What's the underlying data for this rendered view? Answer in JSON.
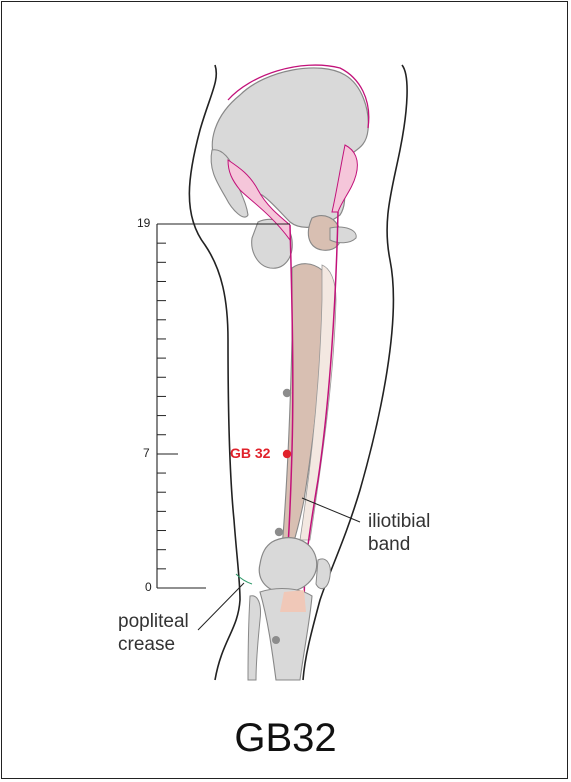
{
  "title": "GB32",
  "point": {
    "label": "GB 32",
    "color": "#e0222b"
  },
  "scale": {
    "ticks": [
      "19",
      "7",
      "0"
    ]
  },
  "annotations": {
    "iliotibial": [
      "iliotibial",
      "band"
    ],
    "popliteal": [
      "popliteal",
      "crease"
    ]
  },
  "colors": {
    "outline": "#222222",
    "bone": "#d9d9d9",
    "bone_stroke": "#888888",
    "muscle": "#d0b8ad",
    "band": "#c2127a",
    "pink_fill": "#f5c6da",
    "dot": "#8c8c8c"
  }
}
